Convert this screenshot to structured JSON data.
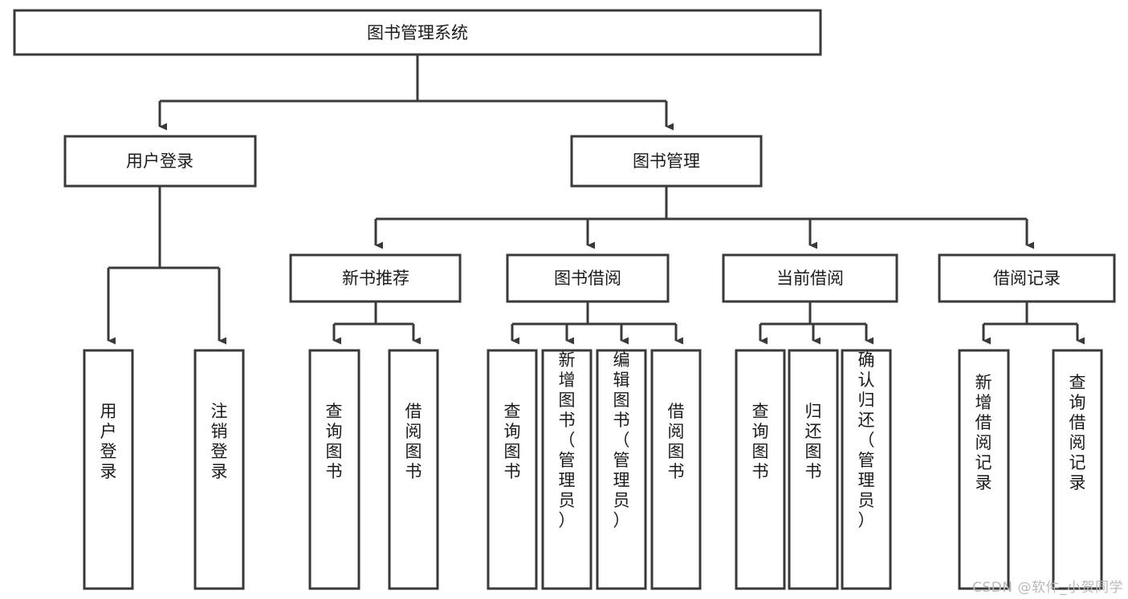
{
  "diagram": {
    "title": "图书管理系统",
    "watermark": "CSDN @软件_小贺同学",
    "colors": {
      "background": "#ffffff",
      "box_stroke": "#3a3a3a",
      "box_fill": "#ffffff",
      "text": "#1b1b1b",
      "connector": "#3a3a3a",
      "watermark": "#b9b9b9"
    },
    "root": {
      "label": "图书管理系统"
    },
    "level2": [
      {
        "label": "用户登录"
      },
      {
        "label": "图书管理"
      }
    ],
    "level3": [
      {
        "label": "新书推荐"
      },
      {
        "label": "图书借阅"
      },
      {
        "label": "当前借阅"
      },
      {
        "label": "借阅记录"
      }
    ],
    "leaves": {
      "user_login": [
        {
          "label": "用户登录"
        },
        {
          "label": "注销登录"
        }
      ],
      "new_book": [
        {
          "label": "查询图书"
        },
        {
          "label": "借阅图书"
        }
      ],
      "borrow_book": [
        {
          "label": "查询图书"
        },
        {
          "label": "新增图书（管理员）"
        },
        {
          "label": "编辑图书（管理员）"
        },
        {
          "label": "借阅图书"
        }
      ],
      "current_borrow": [
        {
          "label": "查询图书"
        },
        {
          "label": "归还图书"
        },
        {
          "label": "确认归还（管理员）"
        }
      ],
      "borrow_record": [
        {
          "label": "新增借阅记录"
        },
        {
          "label": "查询借阅记录"
        }
      ]
    }
  }
}
